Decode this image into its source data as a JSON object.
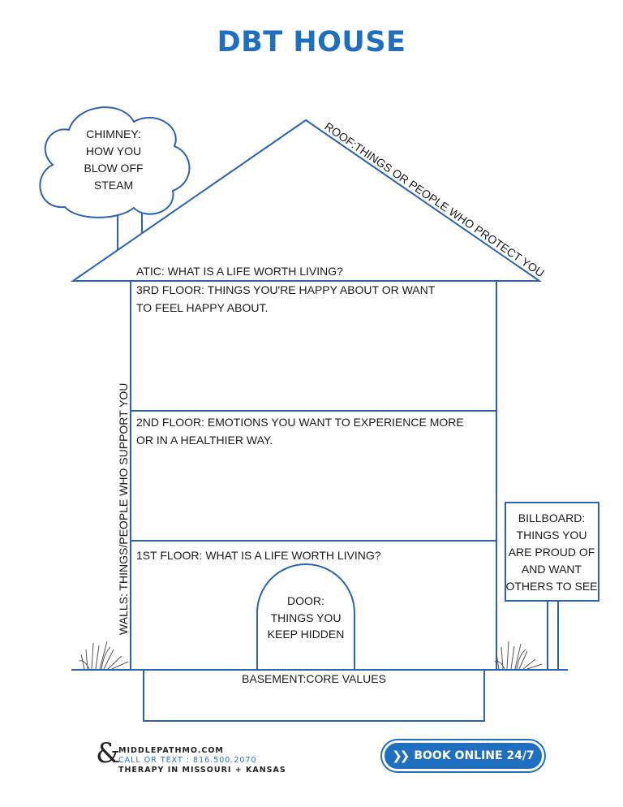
{
  "title": "DBT HOUSE",
  "colors": {
    "accent": "#1f6fc1",
    "line": "#2a64b0",
    "text": "#1a1a1a"
  },
  "chimney": [
    "CHIMNEY:",
    "HOW YOU",
    "BLOW OFF",
    "STEAM"
  ],
  "roof": "ROOF:THINGS OR PEOPLE WHO PROTECT YOU",
  "attic": "ATIC: WHAT IS A LIFE WORTH LIVING?",
  "third_floor": [
    "3RD FLOOR: THINGS YOU'RE HAPPY ABOUT OR WANT",
    "TO FEEL HAPPY ABOUT."
  ],
  "second_floor": [
    "2ND FLOOR: EMOTIONS YOU WANT TO EXPERIENCE MORE",
    "OR IN A HEALTHIER WAY."
  ],
  "first_floor": "1ST FLOOR: WHAT IS A LIFE WORTH LIVING?",
  "walls": "WALLS: THINGS/PEOPLE WHO SUPPORT YOU",
  "door": [
    "DOOR:",
    "THINGS YOU",
    "KEEP HIDDEN"
  ],
  "basement": "BASEMENT:CORE VALUES",
  "billboard": [
    "BILLBOARD:",
    "THINGS YOU",
    "ARE PROUD OF",
    "AND WANT",
    "OTHERS TO SEE"
  ],
  "footer": {
    "site": "MIDDLEPATHMO.COM",
    "phone": "CALL OR TEXT : 816.500.2070",
    "tagline": "THERAPY IN MISSOURI + KANSAS",
    "cta": "BOOK ONLINE 24/7"
  }
}
